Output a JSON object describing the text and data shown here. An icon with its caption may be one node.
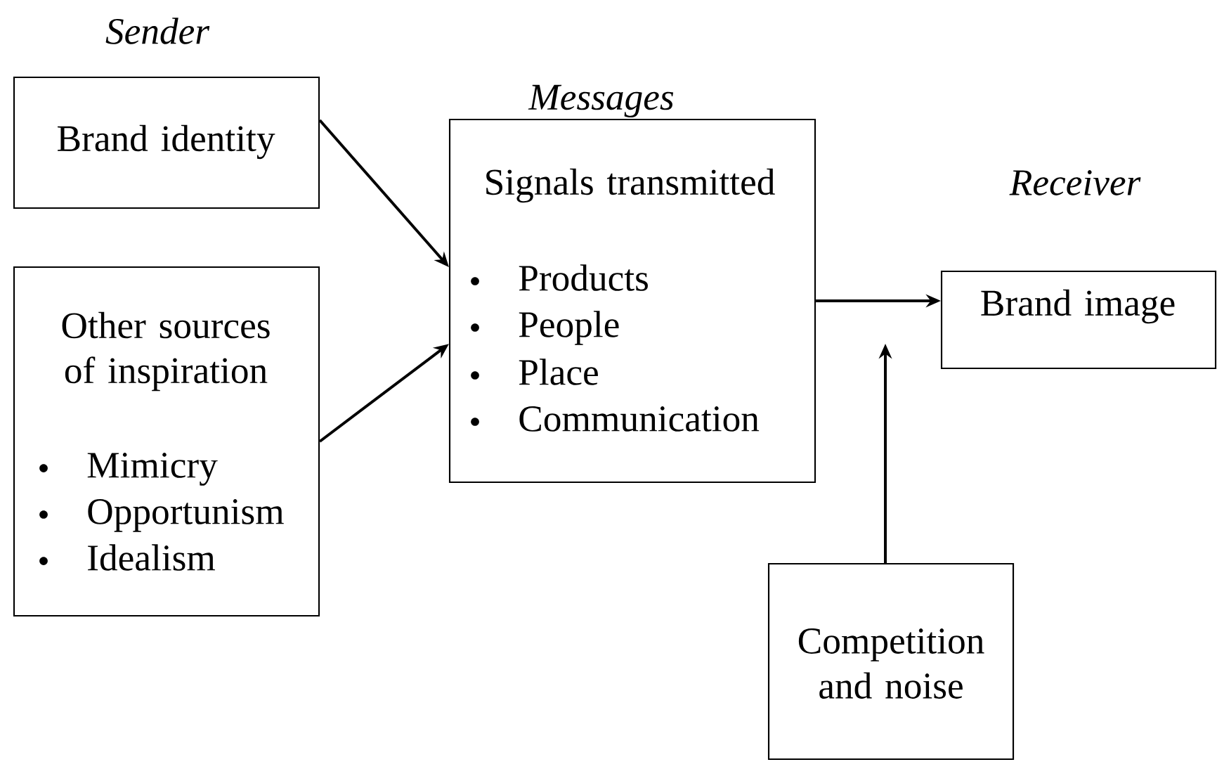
{
  "diagram": {
    "nodes": [
      {
        "text": [
          "Sender",
          "Brand identity"
        ]
      },
      {
        "text": [
          "Other sources of inspiration",
          "Mimicry",
          "Opportunism",
          "Idealism"
        ]
      },
      {
        "text": [
          "Messages",
          "Signals transmitted",
          "Products",
          "People",
          "Place",
          "Communication"
        ]
      },
      {
        "text": [
          "Receiver",
          "Brand image"
        ]
      },
      {
        "text": [
          "Competition and noise"
        ]
      }
    ],
    "edges": [
      {
        "from": 0,
        "to": 2,
        "arrow": "to"
      },
      {
        "from": 1,
        "to": 2,
        "arrow": "to"
      },
      {
        "from": 2,
        "to": 3,
        "arrow": "to"
      },
      {
        "from": 4,
        "to": null,
        "arrow": "to"
      }
    ]
  }
}
